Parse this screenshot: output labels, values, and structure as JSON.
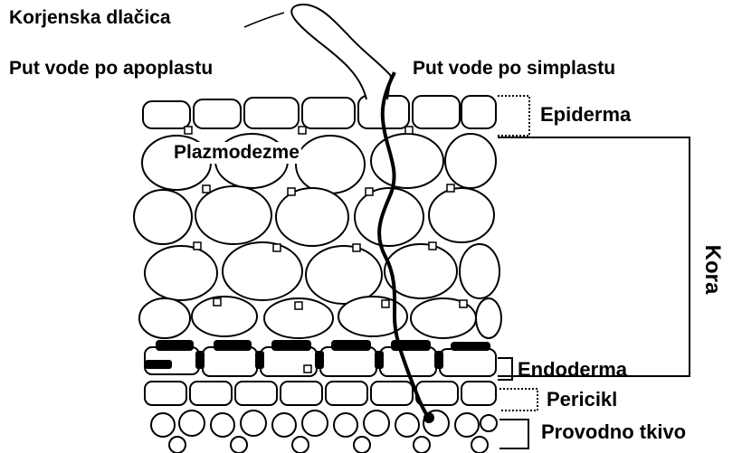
{
  "labels": {
    "korjenska_dlacica": "Korjenska dlačica",
    "put_apoplast": "Put vode  po apoplastu",
    "put_simplast": "Put vode  po simplastu",
    "epiderma": "Epiderma",
    "plazmodezme": "Plazmodezme",
    "kora": "Kora",
    "endoderma": "Endoderma",
    "pericikl": "Pericikl",
    "provodno_tkivo": "Provodno tkivo"
  }
}
